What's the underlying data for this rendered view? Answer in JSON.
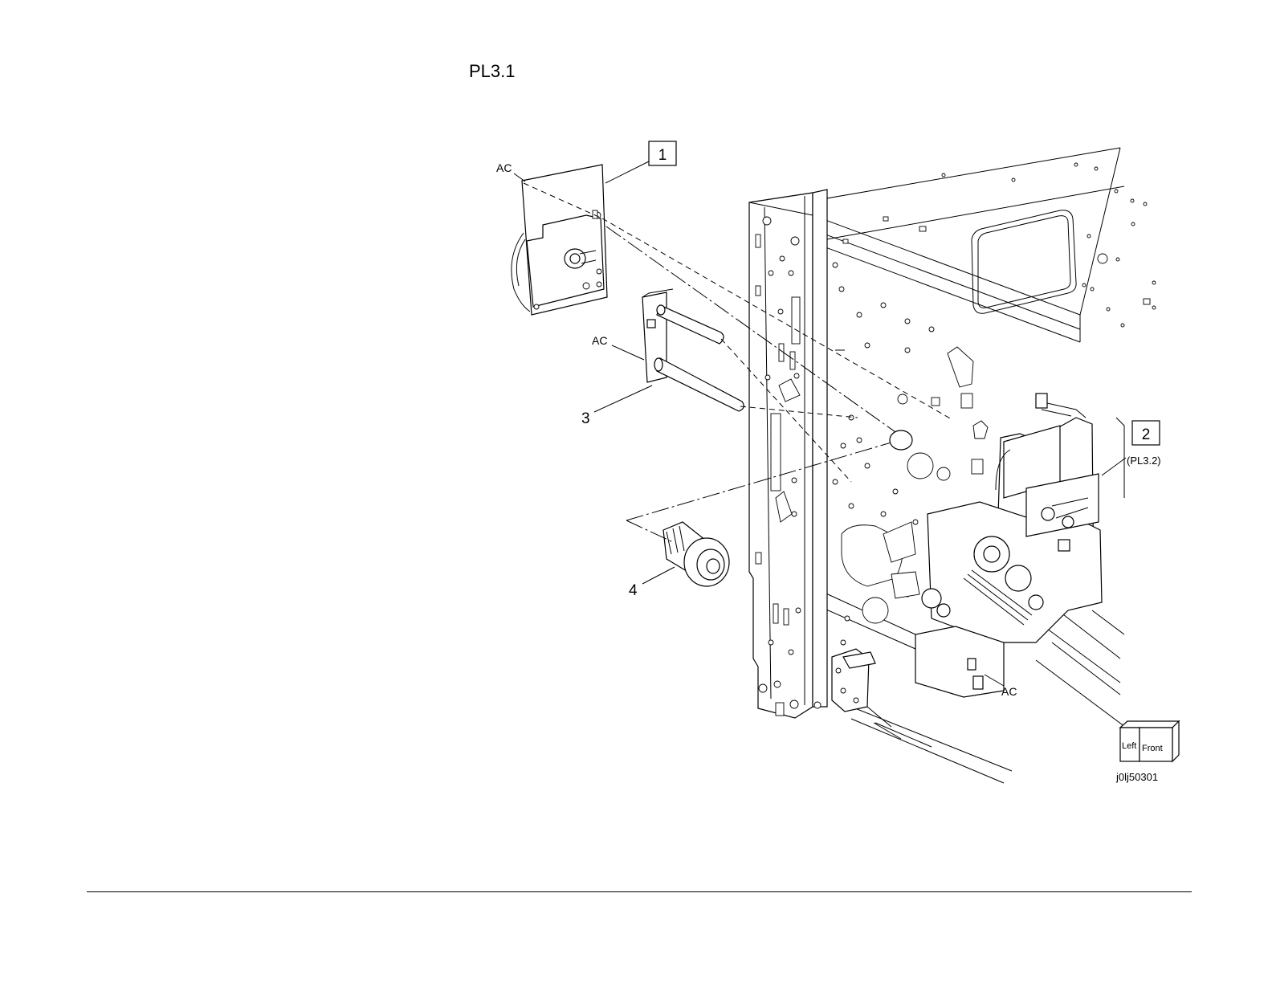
{
  "page": {
    "title": "PL3.1",
    "figure_id": "j0lj50301"
  },
  "callouts": {
    "item_1": "1",
    "item_2": "2",
    "item_2_ref": "(PL3.2)",
    "item_3": "3",
    "item_4": "4"
  },
  "notes": {
    "ac_top": "AC",
    "ac_mid": "AC",
    "ac_bottom": "AC"
  },
  "orientation_cube": {
    "left_label": "Left",
    "front_label": "Front"
  }
}
